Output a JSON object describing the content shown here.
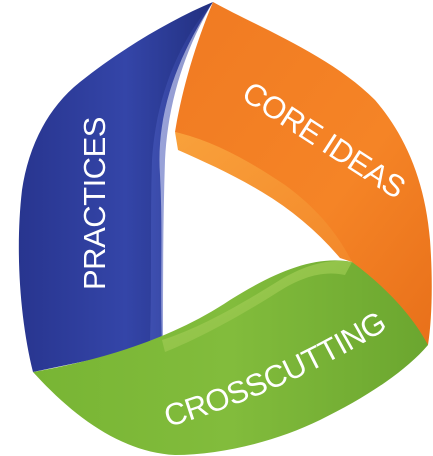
{
  "diagram": {
    "segments": [
      {
        "id": "practices",
        "label": "PRACTICES",
        "color": "#2f3e9e"
      },
      {
        "id": "core-ideas",
        "label": "CORE IDEAS",
        "color": "#f47c20"
      },
      {
        "id": "crosscutting",
        "label": "CROSSCUTTING",
        "color": "#72ad35"
      }
    ],
    "text_color": "#ffffff",
    "background": "#ffffff"
  }
}
